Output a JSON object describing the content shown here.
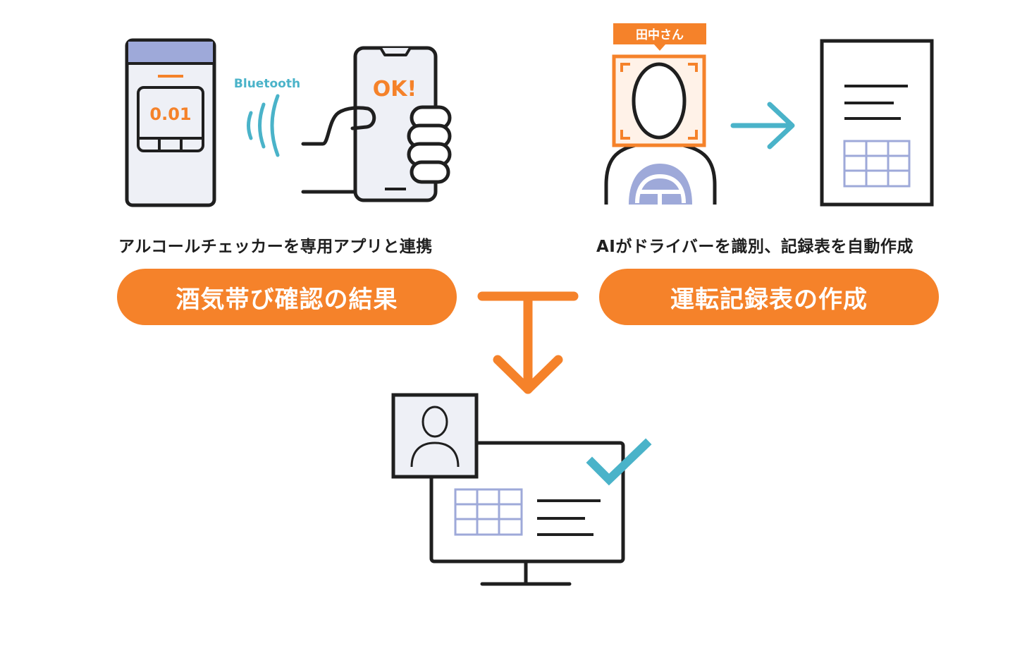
{
  "left": {
    "meter_reading": "0.01",
    "bluetooth_label": "Bluetooth",
    "phone_result": "OK!",
    "caption": "アルコールチェッカーを専用アプリと連携",
    "button": "酒気帯び確認の結果"
  },
  "right": {
    "name_tag": "田中さん",
    "caption": "AIがドライバーを識別、記録表を自動作成",
    "button": "運転記録表の作成"
  },
  "colors": {
    "orange": "#f5822a",
    "teal": "#4ab3c9",
    "lavender": "#9ea9d9",
    "outline": "#1f1f1f",
    "panel": "#eef0f6"
  }
}
